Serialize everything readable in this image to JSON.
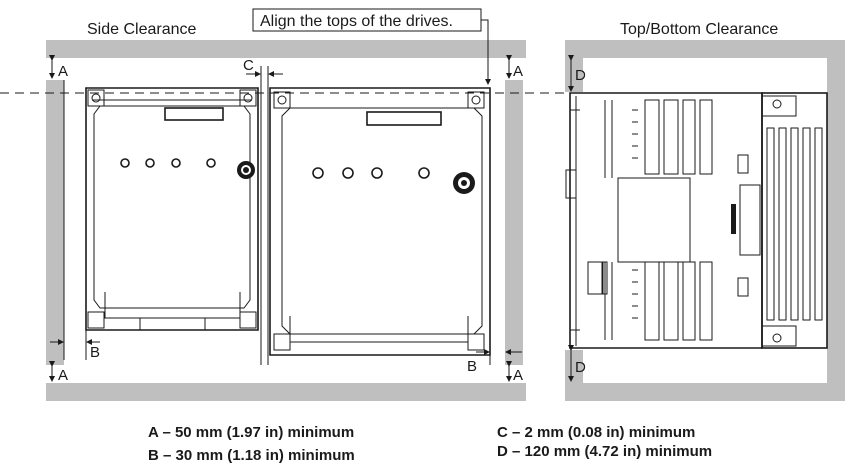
{
  "titles": {
    "side": "Side Clearance",
    "top_bottom": "Top/Bottom Clearance",
    "align_note": "Align the tops of the drives."
  },
  "dimension_marks": {
    "a": "A",
    "b": "B",
    "c": "C",
    "d": "D"
  },
  "legend": {
    "a": "A  –  50 mm (1.97 in) minimum",
    "b": "B  –  30 mm (1.18 in) minimum",
    "c": "C  –  2 mm (0.08 in) minimum",
    "d": "D  –  120 mm (4.72 in) minimum"
  },
  "colors": {
    "wall": "#bfbfbf",
    "line": "#1a1a1a"
  }
}
